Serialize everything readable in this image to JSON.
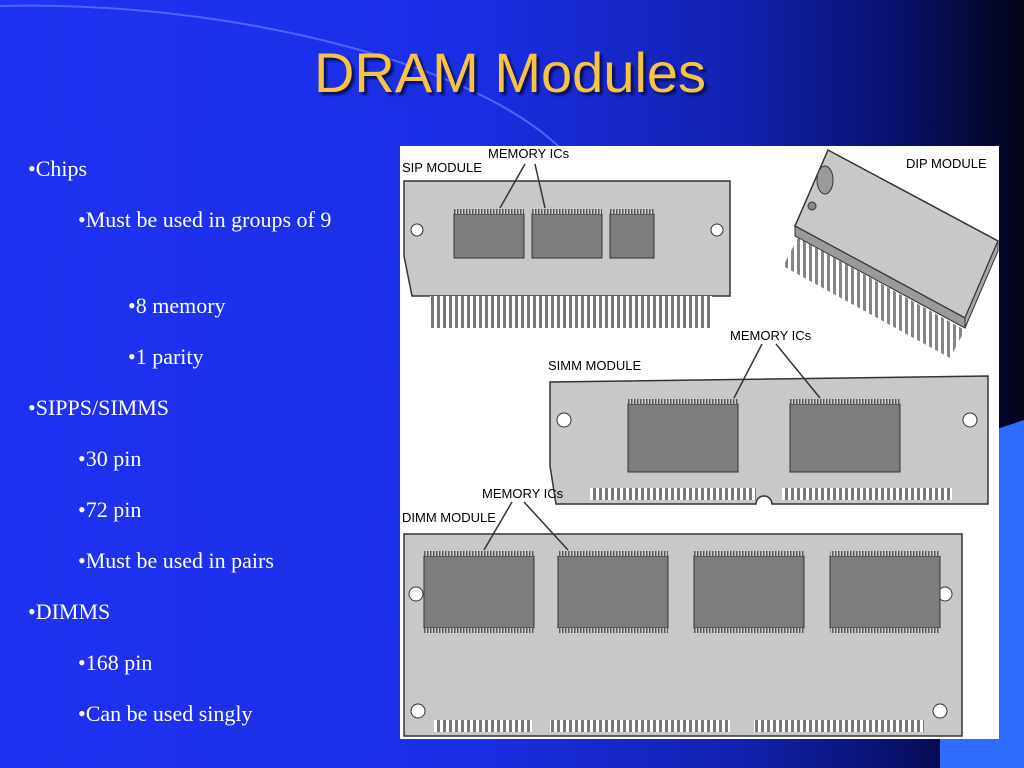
{
  "slide": {
    "title": "DRAM Modules",
    "bullets": [
      {
        "level": 1,
        "text": "•Chips"
      },
      {
        "level": 2,
        "text": "•Must be used in groups of 9"
      },
      {
        "level": 3,
        "text": "•8 memory"
      },
      {
        "level": 3,
        "text": "•1 parity"
      },
      {
        "level": 1,
        "text": "•SIPPS/SIMMS"
      },
      {
        "level": 2,
        "text": "•30 pin"
      },
      {
        "level": 2,
        "text": "•72 pin"
      },
      {
        "level": 2,
        "text": "•Must be used in pairs"
      },
      {
        "level": 1,
        "text": "•DIMMS"
      },
      {
        "level": 2,
        "text": "•168 pin"
      },
      {
        "level": 2,
        "text": "•Can be used singly"
      }
    ]
  },
  "diagram": {
    "sip_label": "SIP MODULE",
    "sip_ics_label": "MEMORY ICs",
    "dip_label": "DIP MODULE",
    "simm_label": "SIMM MODULE",
    "simm_ics_label": "MEMORY ICs",
    "dimm_label": "DIMM MODULE",
    "dimm_ics_label": "MEMORY ICs"
  },
  "colors": {
    "title": "#f6c343",
    "bullet_text": "#ffffff",
    "board": "#c8c8c8",
    "chip": "#7d7d7d"
  }
}
